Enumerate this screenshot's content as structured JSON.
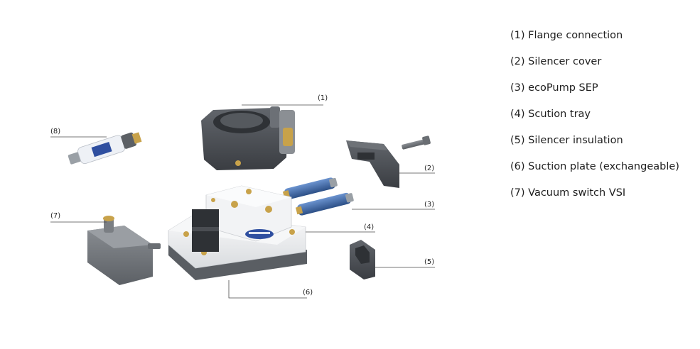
{
  "legend": [
    "(1) Flange connection",
    "(2) Silencer cover",
    "(3) ecoPump SEP",
    "(4) Scution tray",
    "(5) Silencer insulation",
    "(6) Suction plate (exchangeable)",
    "(7) Vacuum switch VSI"
  ],
  "callouts": {
    "c1": "(1)",
    "c2": "(2)",
    "c3": "(3)",
    "c4": "(4)",
    "c5": "(5)",
    "c6": "(6)",
    "c7": "(7)",
    "c8": "(8)"
  },
  "colors": {
    "dark_part": "#4a4d52",
    "white_part": "#eef0f2",
    "brass": "#c8a24a",
    "blue_pump": "#3f6aa8",
    "logo_blue": "#2f4fa0"
  }
}
